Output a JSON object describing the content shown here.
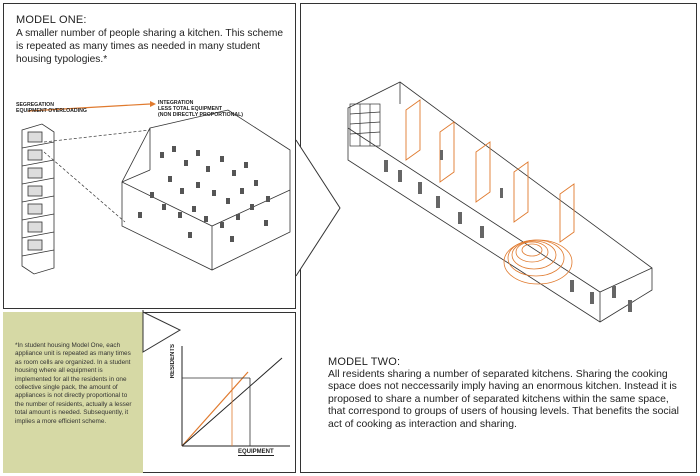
{
  "model_one": {
    "title": "MODEL ONE:",
    "description": "A smaller number of people sharing a kitchen. This scheme is repeated as many times as needed in many student housing typologies.*",
    "segregation_label": "SEGREGATION",
    "segregation_sub": "EQUIPMENT OVERLOADING",
    "integration_label": "INTEGRATION",
    "integration_sub1": "LESS TOTAL EQUIPMENT",
    "integration_sub2": "(NON DIRECTLY PROPORTIONAL)"
  },
  "model_two": {
    "title": "MODEL TWO:",
    "description": "All residents sharing a number of separated kitchens. Sharing the cooking space does not neccessarily imply having an enormous kitchen. Instead it is proposed to share a number of separated kitchens within the same space, that correspond to groups of users of housing levels. That benefits the social act of cooking as interaction and sharing."
  },
  "note": {
    "text": "*In student housing Model One, each appliance unit is repeated as many times as room cells are organized. In a student housing where all equipment is implemented for all the residents in one collective single pack, the amount of appliances is not directly proportional to the number of residents, actually a lesser total amount is needed. Subsequently, it implies a more efficient scheme."
  },
  "graph": {
    "y_label": "RESIDENTS",
    "x_label": "EQUIPMENT"
  },
  "colors": {
    "accent": "#e07a2e",
    "note_bg": "#d6d9a5",
    "line": "#333333"
  }
}
